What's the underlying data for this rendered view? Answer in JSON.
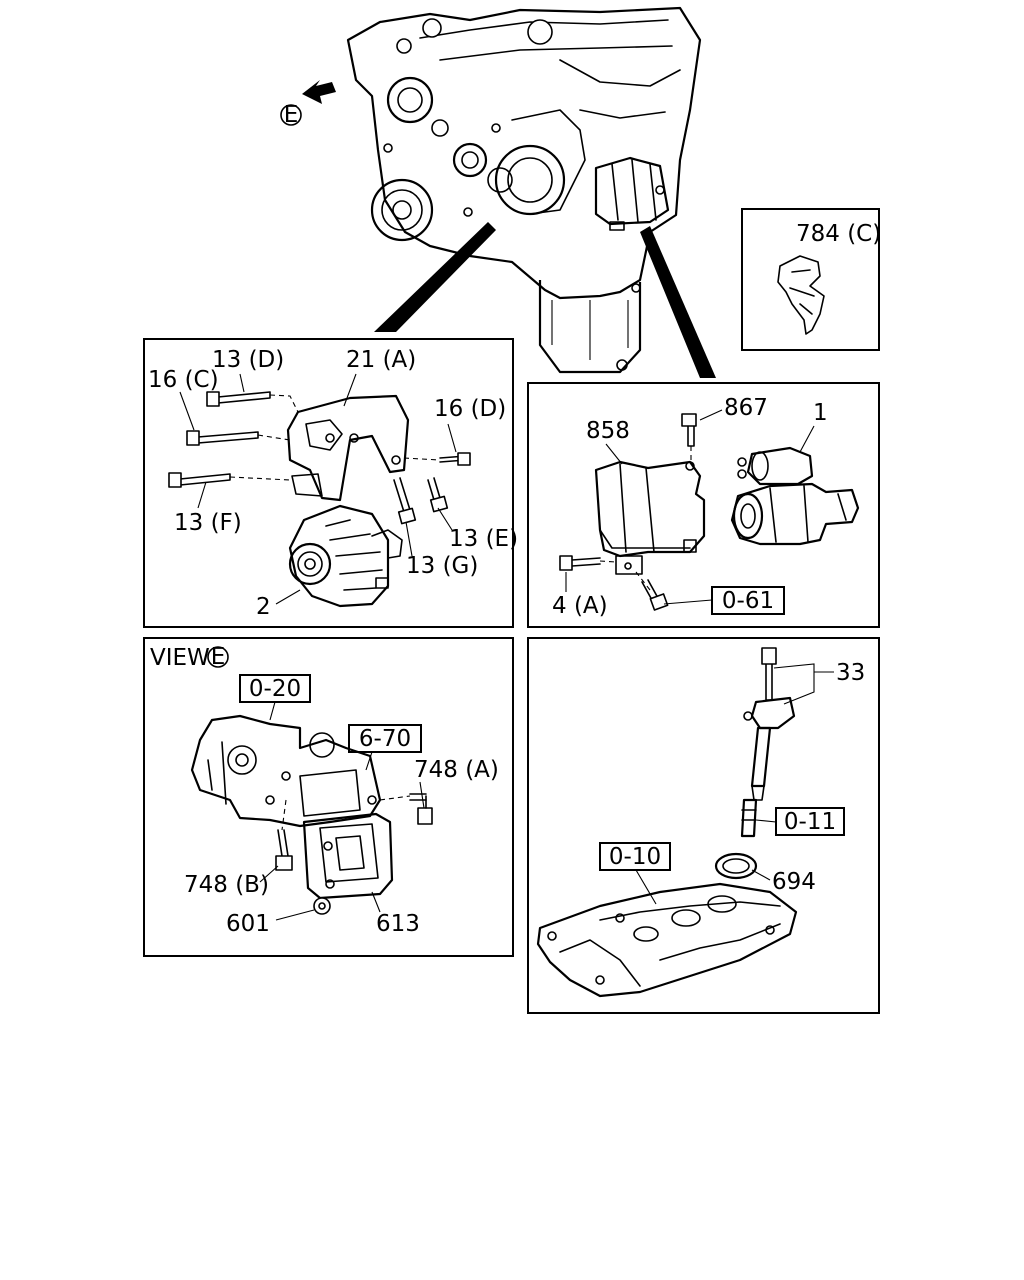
{
  "top": {
    "view_marker": "E",
    "box_784": "784 (C)"
  },
  "alternator_panel": {
    "labels": [
      "13 (D)",
      "21 (A)",
      "16 (C)",
      "16 (D)",
      "13 (F)",
      "13 (E)",
      "13 (G)",
      "2"
    ]
  },
  "starter_panel": {
    "labels": [
      "858",
      "867",
      "1",
      "4 (A)"
    ],
    "ref_box": "0-61"
  },
  "view_panel": {
    "title": "VIEW",
    "marker": "E",
    "ref_boxes": [
      "0-20",
      "6-70"
    ],
    "labels": [
      "748 (A)",
      "748 (B)",
      "601",
      "613"
    ]
  },
  "ignition_panel": {
    "labels": [
      "33",
      "694"
    ],
    "ref_boxes": [
      "0-11",
      "0-10"
    ]
  }
}
